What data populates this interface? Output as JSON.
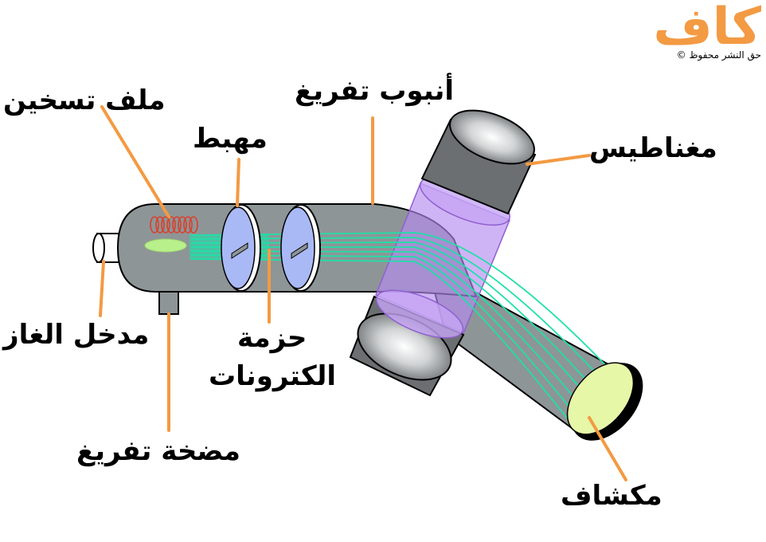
{
  "brand": {
    "logo_text": "كاف",
    "copyright": "حق النشر محفوظ ©",
    "accent_color": "#f39a43"
  },
  "labels": {
    "heating_coil": "ملف تسخين",
    "cathode": "مهبط",
    "vacuum_tube": "أنبوب تفريغ",
    "magnets": "مغناطيس",
    "gas_inlet": "مدخل الغاز",
    "electron_beam_line1": "حزمة",
    "electron_beam_line2": "الكترونات",
    "vacuum_pump": "مضخة تفريغ",
    "detector": "مكشاف"
  },
  "colors": {
    "tube": "#8e9597",
    "magnet": "#6b6f71",
    "magnetic_field": "#b58cf0",
    "beam": "#1fe0a8",
    "detector_screen": "#e6f7a8",
    "plates": "#a9b9f5",
    "leader_lines": "#f39a43"
  }
}
